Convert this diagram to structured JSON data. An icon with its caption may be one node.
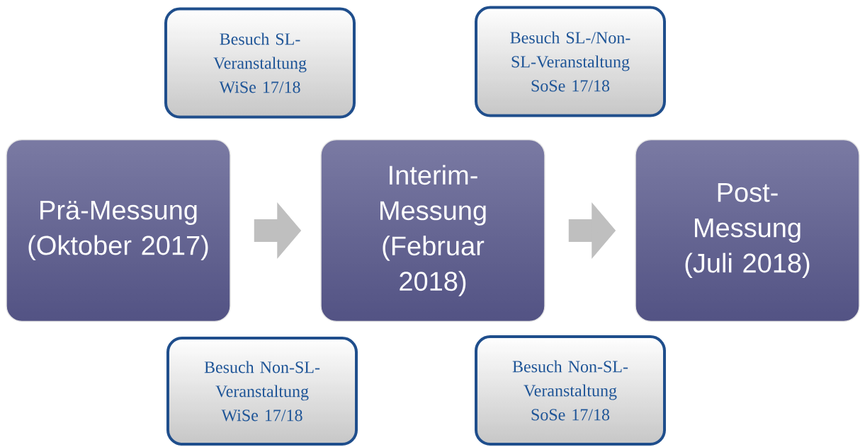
{
  "diagram": {
    "nodes": [
      {
        "text": [
          "Besuch SL-Veranstaltung WiSe 17/18"
        ]
      },
      {
        "text": [
          "Besuch SL-/Non-SL-Veranstaltung SoSe 17/18"
        ]
      },
      {
        "text": [
          "Prä-Messung (Oktober 2017)"
        ]
      },
      {
        "text": [
          "Interim-Messung (Februar 2018)"
        ]
      },
      {
        "text": [
          "Post-Messung (Juli 2018)"
        ]
      },
      {
        "text": [
          "Besuch Non-SL-Veranstaltung WiSe 17/18"
        ]
      },
      {
        "text": [
          "Besuch Non-SL-Veranstaltung SoSe 17/18"
        ]
      }
    ],
    "edges": [
      {
        "from": 2,
        "to": 3,
        "arrow": "to"
      },
      {
        "from": 3,
        "to": 4,
        "arrow": "to"
      }
    ]
  }
}
